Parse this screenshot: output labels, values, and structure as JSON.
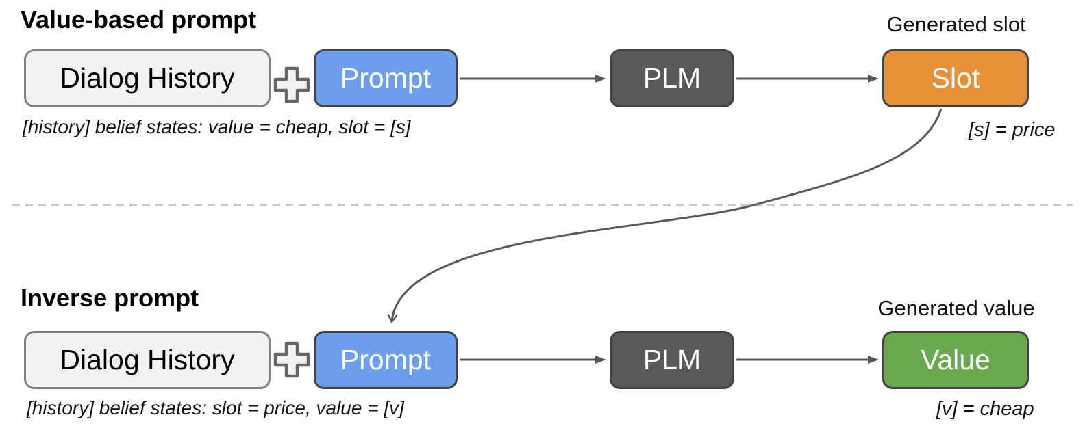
{
  "top": {
    "heading": "Value-based prompt",
    "history_label": "Dialog History",
    "prompt_label": "Prompt",
    "plm_label": "PLM",
    "output_label": "Slot",
    "output_caption": "Generated slot",
    "prompt_annotation": "[history] belief states: value = cheap, slot = [s]",
    "output_annotation": "[s] = price"
  },
  "bottom": {
    "heading": "Inverse prompt",
    "history_label": "Dialog History",
    "prompt_label": "Prompt",
    "plm_label": "PLM",
    "output_label": "Value",
    "output_caption": "Generated value",
    "prompt_annotation": "[history] belief states: slot = price, value = [v]",
    "output_annotation": "[v] = cheap"
  },
  "icons": {
    "combine": "plus-icon",
    "flow": "arrow-right-icon"
  },
  "colors": {
    "prompt_blue": "#6d9eeb",
    "slot_orange": "#e69138",
    "value_green": "#6aa84f",
    "plm_gray": "#595959",
    "history_fill": "#f2f2f2",
    "history_border": "#808080",
    "box_border": "#434343",
    "connector": "#595959",
    "plus_fill": "#f1f1f1",
    "plus_stroke": "#666666",
    "divider": "#c9c9c9",
    "text": "#111111"
  }
}
